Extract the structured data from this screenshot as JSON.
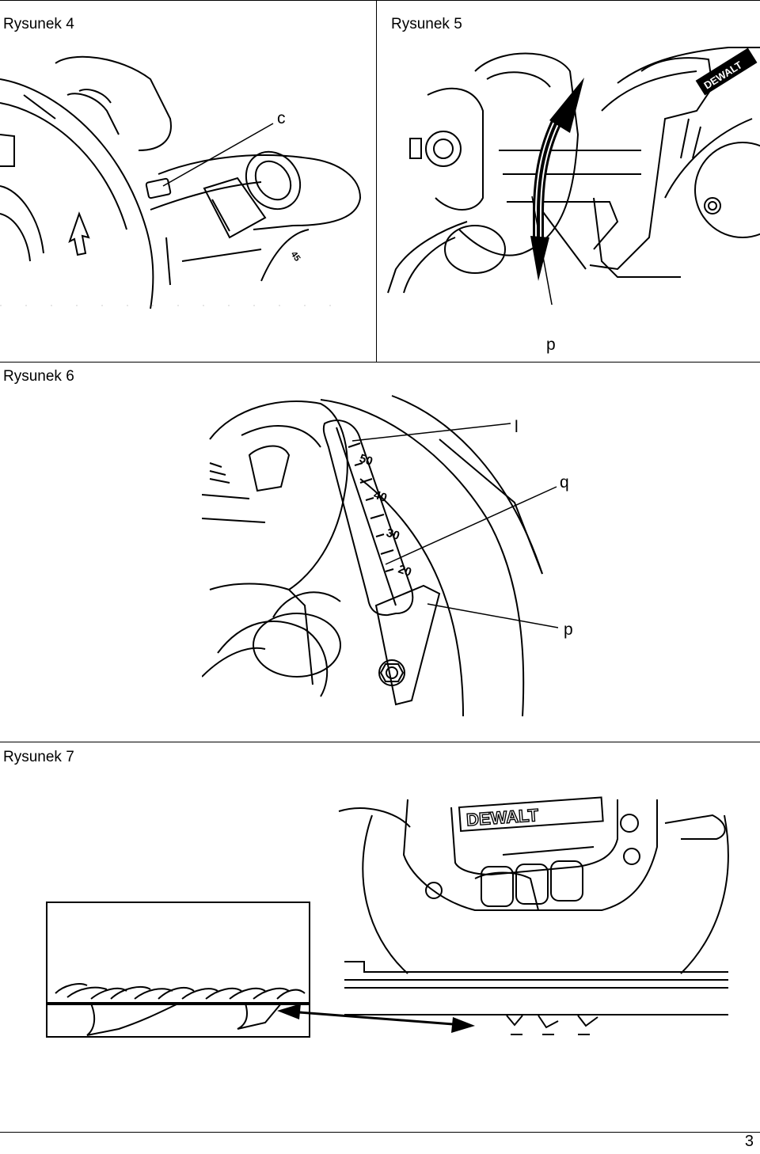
{
  "figures": {
    "fig4": {
      "caption": "Rysunek 4",
      "labels": {
        "c": "c",
        "mark45": "45"
      }
    },
    "fig5": {
      "caption": "Rysunek 5",
      "labels": {
        "p": "p"
      },
      "brand": "DEWALT"
    },
    "fig6": {
      "caption": "Rysunek 6",
      "labels": {
        "l": "l",
        "q": "q",
        "p": "p"
      },
      "scale_ticks": [
        "50",
        "40",
        "30",
        "20"
      ]
    },
    "fig7": {
      "caption": "Rysunek 7",
      "brand": "DEWALT"
    }
  },
  "page_number": "3"
}
